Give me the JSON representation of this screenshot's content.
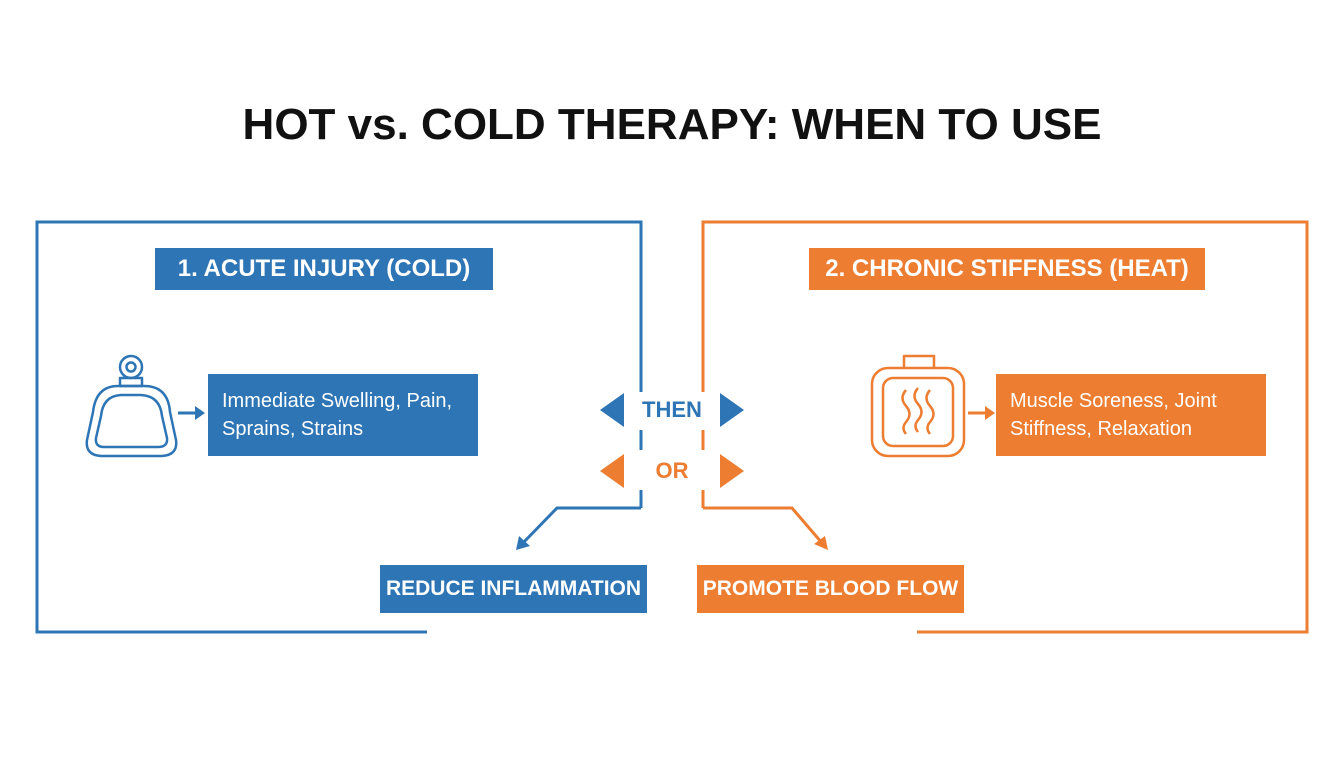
{
  "title": "HOT vs. COLD THERAPY: WHEN TO USE",
  "colors": {
    "cold": "#2e75b6",
    "heat": "#ed7d31",
    "text": "#111111"
  },
  "cold": {
    "header": "1. ACUTE INJURY (COLD)",
    "icon": "ice-pack-icon",
    "uses": [
      "Immediate Swelling, Pain,",
      "Sprains, Strains"
    ],
    "outcome": "REDUCE INFLAMMATION"
  },
  "heat": {
    "header": "2. CHRONIC STIFFNESS (HEAT)",
    "icon": "heat-pack-icon",
    "uses": [
      "Muscle Soreness, Joint",
      "Stiffness, Relaxation"
    ],
    "outcome": "PROMOTE BLOOD FLOW"
  },
  "connectors": {
    "top": "THEN",
    "bottom": "OR"
  }
}
